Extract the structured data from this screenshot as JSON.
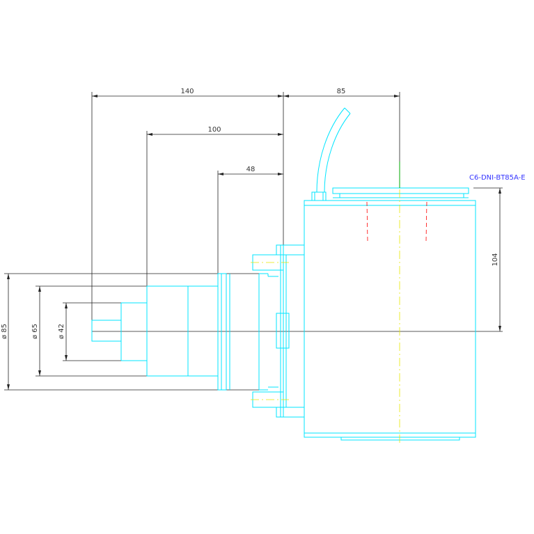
{
  "part_label": "C6-DNI-BT85A-E",
  "dimensions": {
    "overall_length": "140",
    "mid_length": "100",
    "short_length": "48",
    "right_offset": "85",
    "height": "104",
    "diameter_85": "ø 85",
    "diameter_65": "ø 65",
    "diameter_42": "ø 42"
  },
  "colors": {
    "outline": "#00e5ff",
    "dimension": "#222222",
    "centerline": "#e6e600",
    "hidden": "#ff0000",
    "label": "#3333ff",
    "marker": "#00aa00"
  }
}
